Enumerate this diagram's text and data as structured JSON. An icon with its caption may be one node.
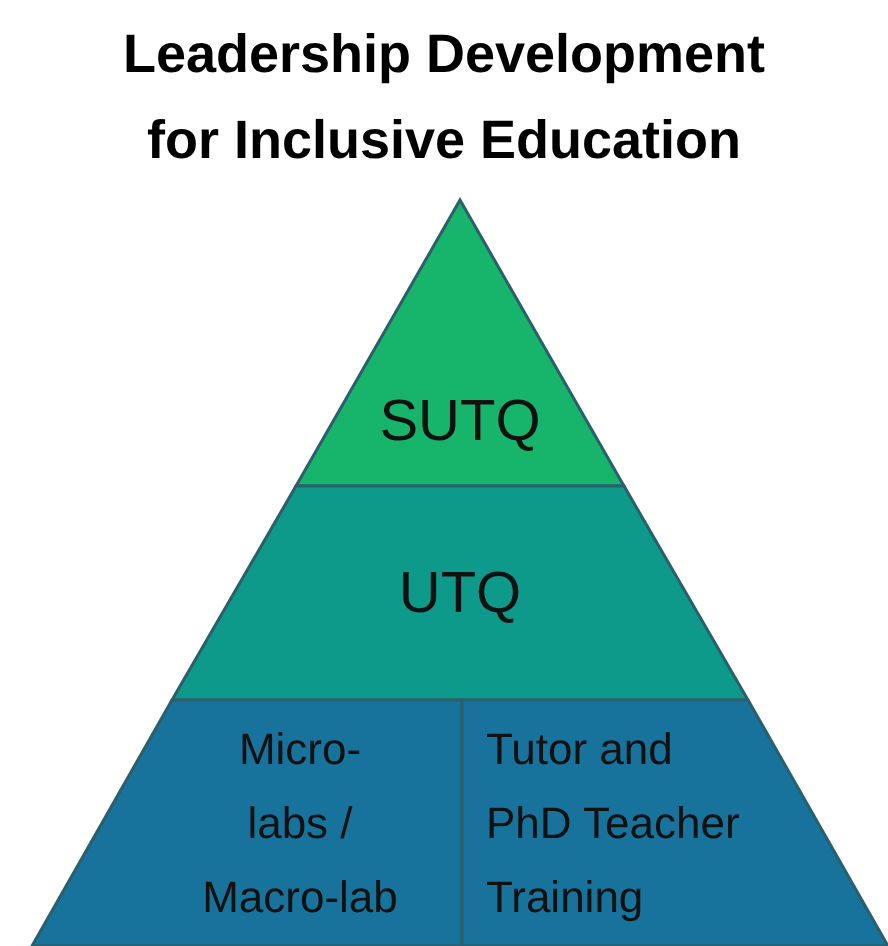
{
  "diagram": {
    "title": "Leadership Development for Inclusive Education",
    "nodes": [
      {
        "text": [
          "SUTQ"
        ]
      },
      {
        "text": [
          "UTQ"
        ]
      },
      {
        "text": [
          "Micro-labs / Macro-lab"
        ]
      },
      {
        "text": [
          "Tutor and PhD Teacher Training"
        ]
      }
    ]
  }
}
